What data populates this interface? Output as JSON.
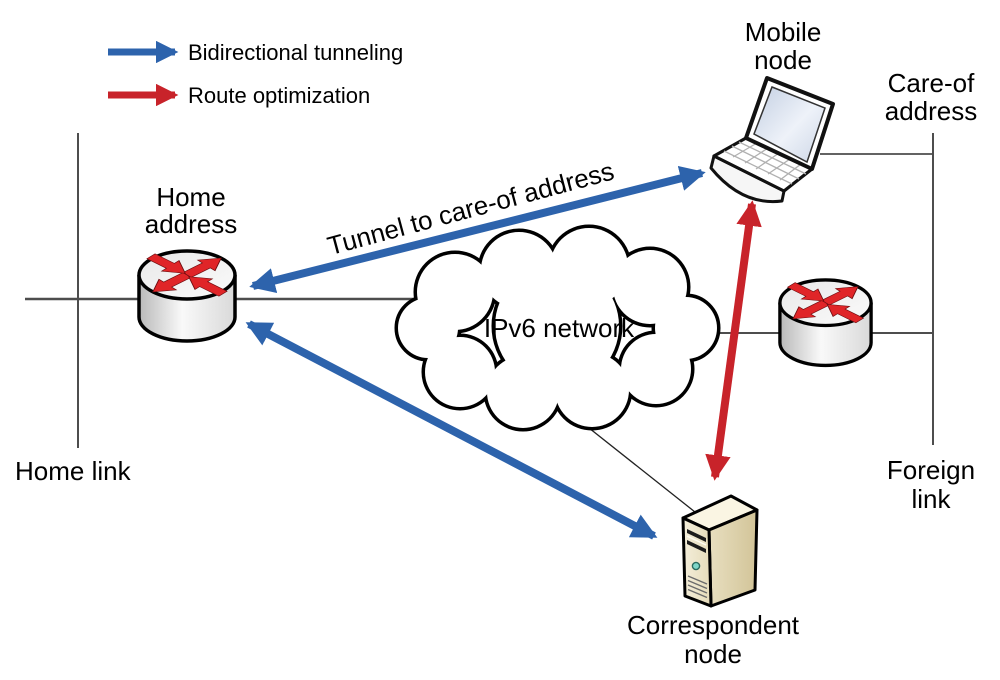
{
  "legend": {
    "items": [
      {
        "name": "bidirectional-tunneling",
        "label": "Bidirectional tunneling",
        "color": "#2d63ac"
      },
      {
        "name": "route-optimization",
        "label": "Route optimization",
        "color": "#c8232a"
      }
    ]
  },
  "nodes": {
    "mobile": {
      "line1": "Mobile",
      "line2": "node",
      "icon": "laptop-icon"
    },
    "care_of": {
      "line1": "Care-of",
      "line2": "address"
    },
    "home_address": {
      "line1": "Home",
      "line2": "address",
      "icon": "router-icon"
    },
    "foreign_router": {
      "icon": "router-icon"
    },
    "correspondent": {
      "line1": "Correspondent",
      "line2": "node",
      "icon": "server-tower-icon"
    },
    "ipv6": {
      "label": "IPv6 network",
      "icon": "cloud-shape"
    },
    "home_link": {
      "label": "Home link"
    },
    "foreign_link": {
      "line1": "Foreign",
      "line2": "link"
    }
  },
  "annotations": {
    "tunnel_label": "Tunnel to care-of address"
  },
  "colors": {
    "tunnel_blue": "#2d63ac",
    "optimization_red": "#c8232a",
    "router_arrow_red": "#e02528",
    "link_line_gray": "#4d4d4d"
  }
}
